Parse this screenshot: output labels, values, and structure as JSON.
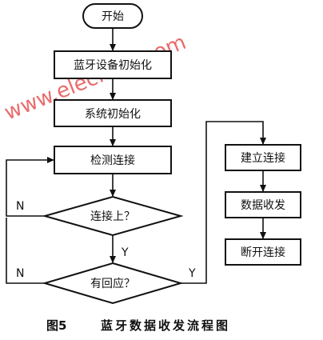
{
  "nodes": {
    "start": "开始",
    "bt_init": "蓝牙设备初始化",
    "sys_init": "系统初始化",
    "detect": "检测连接",
    "connected_q": "连接上？",
    "response_q": "有回应？",
    "establish": "建立连接",
    "data_txrx": "数据收发",
    "disconnect": "断开连接"
  },
  "branches": {
    "connected_no": "N",
    "connected_yes": "Y",
    "response_no": "N",
    "response_yes": "Y"
  },
  "caption": {
    "figure_no": "图5",
    "title": "蓝牙数据收发流程图"
  },
  "watermark": "www.elecfans.com"
}
